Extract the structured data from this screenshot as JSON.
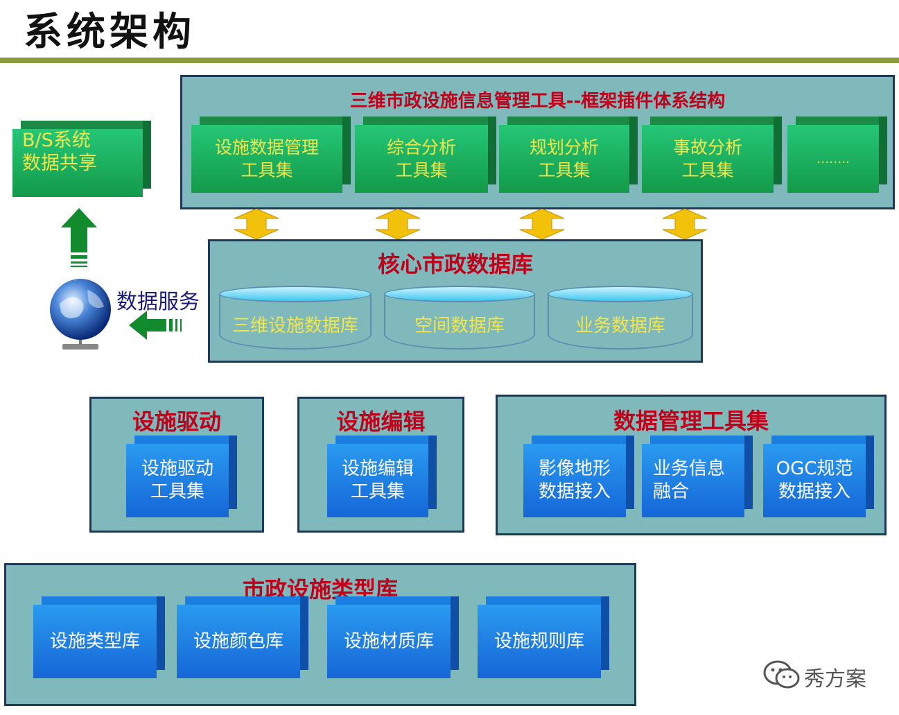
{
  "page_title": "系统架构",
  "bs_box": {
    "line1": "B/S系统",
    "line2": "数据共享"
  },
  "data_service_label": "数据服务",
  "framework": {
    "title": "三维市政设施信息管理工具--框架插件体系结构",
    "tools": [
      {
        "line1": "设施数据管理",
        "line2": "工具集"
      },
      {
        "line1": "综合分析",
        "line2": "工具集"
      },
      {
        "line1": "规划分析",
        "line2": "工具集"
      },
      {
        "line1": "事故分析",
        "line2": "工具集"
      },
      {
        "line1": "……..",
        "line2": ""
      }
    ]
  },
  "core_db": {
    "title": "核心市政数据库",
    "databases": [
      "三维设施数据库",
      "空间数据库",
      "业务数据库"
    ]
  },
  "driver_panel": {
    "title": "设施驱动",
    "box": {
      "line1": "设施驱动",
      "line2": "工具集"
    }
  },
  "editor_panel": {
    "title": "设施编辑",
    "box": {
      "line1": "设施编辑",
      "line2": "工具集"
    }
  },
  "data_mgmt_panel": {
    "title": "数据管理工具集",
    "boxes": [
      {
        "line1": "影像地形",
        "line2": "数据接入"
      },
      {
        "line1": "业务信息",
        "line2": "融合"
      },
      {
        "line1": "OGC规范",
        "line2": "数据接入"
      }
    ]
  },
  "type_lib_panel": {
    "title": "市政设施类型库",
    "boxes": [
      "设施类型库",
      "设施颜色库",
      "设施材质库",
      "设施规则库"
    ]
  },
  "watermark": "秀方案",
  "colors": {
    "panel": "#7fb9bc",
    "title_red": "#c0001a",
    "green_box": "#1fb060",
    "blue_box": "#1f80e6",
    "label_yellow": "#f2e64a"
  }
}
